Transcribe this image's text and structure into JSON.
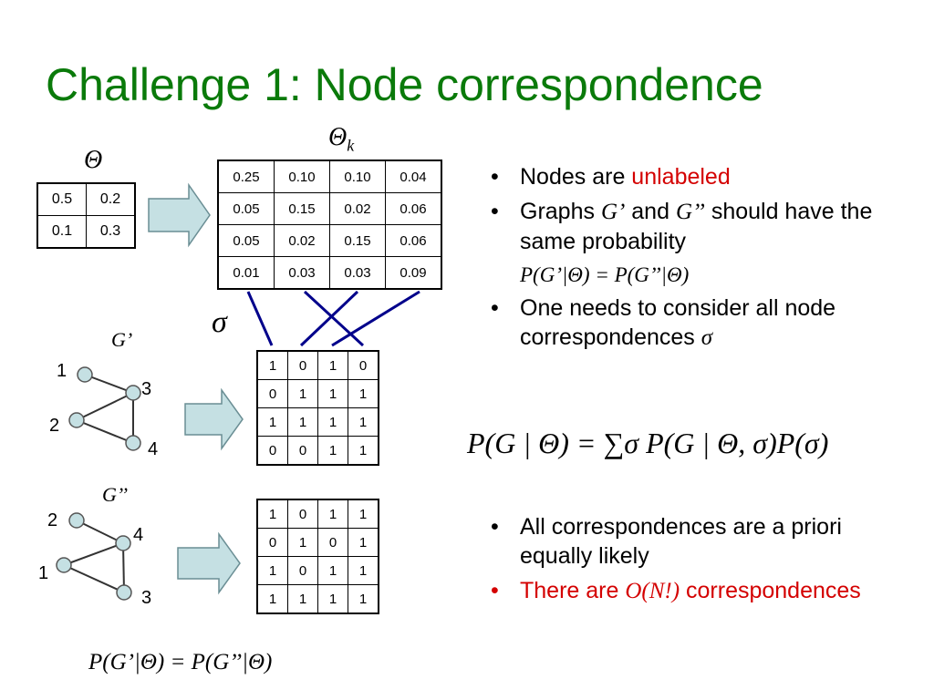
{
  "title": "Challenge 1: Node correspondence",
  "theta_label": "Θ",
  "theta_k_label": "Θ",
  "theta_k_sub": "k",
  "theta_matrix": [
    [
      "0.5",
      "0.2"
    ],
    [
      "0.1",
      "0.3"
    ]
  ],
  "theta_k_matrix": [
    [
      "0.25",
      "0.10",
      "0.10",
      "0.04"
    ],
    [
      "0.05",
      "0.15",
      "0.02",
      "0.06"
    ],
    [
      "0.05",
      "0.02",
      "0.15",
      "0.06"
    ],
    [
      "0.01",
      "0.03",
      "0.03",
      "0.09"
    ]
  ],
  "sigma_label": "σ",
  "g1_label": "G’",
  "g2_label": "G’’",
  "g1_nodes": [
    "1",
    "2",
    "3",
    "4"
  ],
  "g2_nodes": [
    "2",
    "4",
    "1",
    "3"
  ],
  "g1_matrix": [
    [
      "1",
      "0",
      "1",
      "0"
    ],
    [
      "0",
      "1",
      "1",
      "1"
    ],
    [
      "1",
      "1",
      "1",
      "1"
    ],
    [
      "0",
      "0",
      "1",
      "1"
    ]
  ],
  "g2_matrix": [
    [
      "1",
      "0",
      "1",
      "1"
    ],
    [
      "0",
      "1",
      "0",
      "1"
    ],
    [
      "1",
      "0",
      "1",
      "1"
    ],
    [
      "1",
      "1",
      "1",
      "1"
    ]
  ],
  "bottom_formula": "P(G’|Θ) = P(G’’|Θ)",
  "bullets": {
    "b1_text": "Nodes are ",
    "b1_red": "unlabeled",
    "b2_a": "Graphs ",
    "b2_g1": "G’",
    "b2_b": " and ",
    "b2_g2": "G’’",
    "b2_c": " should have the same probability",
    "b2_formula": "P(G’|Θ) = P(G’’|Θ)",
    "b3_text": "One needs to consider all node correspondences ",
    "b3_sigma": "σ",
    "big_formula": "P(G | Θ) = ∑σ P(G | Θ, σ)P(σ)",
    "b4_text": "All correspondences are a priori equally likely",
    "b5_a": "There are ",
    "b5_b": "O(N!)",
    "b5_c": " correspondences"
  },
  "colors": {
    "title": "#0a7a0a",
    "red": "#d40000",
    "sigma_lines": "#00008b",
    "arrow_fill": "#c5e0e3"
  }
}
